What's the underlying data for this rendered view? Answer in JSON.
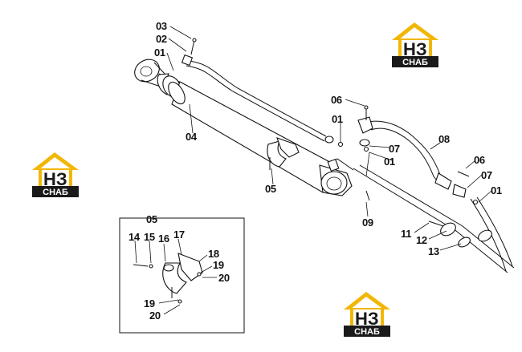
{
  "logo": {
    "letters": "НЗ",
    "caption": "СНАБ",
    "colors": {
      "roof": "#f2b705",
      "dark": "#1a1a1a",
      "text": "#ffffff"
    }
  },
  "labels": {
    "l03a": "03",
    "l02a": "02",
    "l01a": "01",
    "l04": "04",
    "l06a": "06",
    "l01b": "01",
    "l07a": "07",
    "l01c": "01",
    "l08": "08",
    "l06b": "06",
    "l07b": "07",
    "l01d": "01",
    "l05a": "05",
    "l09": "09",
    "l11": "11",
    "l12": "12",
    "l13": "13",
    "l05b": "05",
    "l14": "14",
    "l15": "15",
    "l16": "16",
    "l17": "17",
    "l18": "18",
    "l19a": "19",
    "l20a": "20",
    "l19b": "19",
    "l20b": "20"
  }
}
